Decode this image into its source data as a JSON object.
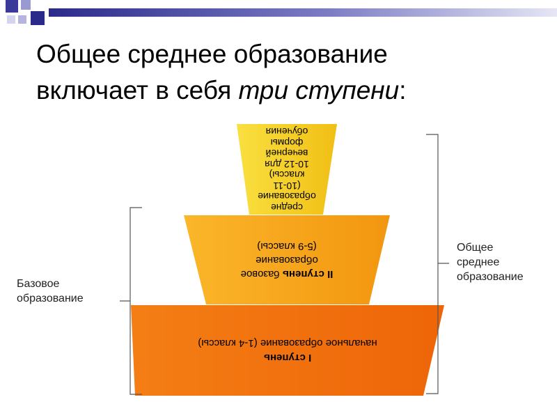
{
  "title": {
    "line1": "Общее среднее образование",
    "line2_prefix": "включает в себя ",
    "line2_emphasis": "три ступени",
    "line2_suffix": ":"
  },
  "pyramid": {
    "level1": {
      "bold": "I ступень",
      "text": "начальное образование (1-4 классы)",
      "color": "#f07010"
    },
    "level2": {
      "bold": "II ступень",
      "text_a": " базовое",
      "text_b": "образование",
      "text_c": "(5-9 классы)",
      "color": "#f5a020"
    },
    "level3": {
      "lines": [
        "средне",
        "образование",
        "(10-11",
        "классы)",
        "10-12 для",
        "вечерней",
        "формы",
        "обучения"
      ],
      "color": "#f7d020"
    }
  },
  "labels": {
    "basic": [
      "Базовое",
      "образование"
    ],
    "general": [
      "Общее",
      "среднее",
      "образование"
    ]
  }
}
